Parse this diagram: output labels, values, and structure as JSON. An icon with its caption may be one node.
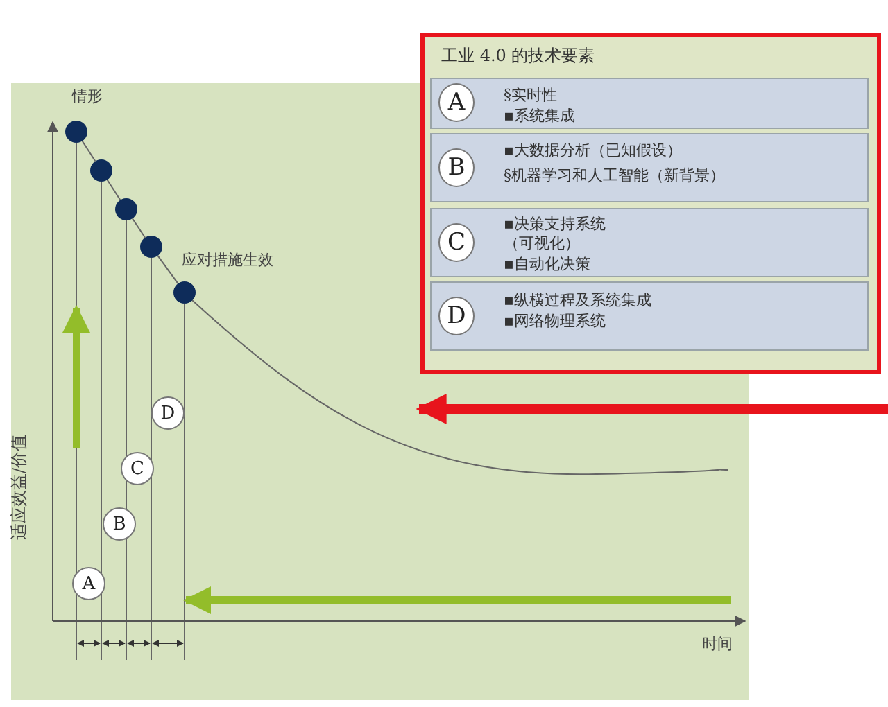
{
  "diagram": {
    "nodes": [
      {
        "text": [
          "工业 4.0 的技术要素"
        ]
      },
      {
        "text": [
          "§实时性",
          "▪系统集成"
        ],
        "in": 0
      },
      {
        "text": [
          "A"
        ],
        "in": 1
      },
      {
        "text": [
          "▪大数据分析（已知假设）",
          "§机器学习和人工智能（新背景）"
        ],
        "in": 0
      },
      {
        "text": [
          "B"
        ],
        "in": 3
      },
      {
        "text": [
          "▪决策支持系统（可视化）",
          "▪自动化决策"
        ],
        "in": 0
      },
      {
        "text": [
          "C"
        ],
        "in": 5
      },
      {
        "text": [
          "▪纵横过程及系统集成",
          "▪网络物理系统"
        ],
        "in": 0
      },
      {
        "text": [
          "D"
        ],
        "in": 7
      },
      {
        "text": [
          "A"
        ]
      },
      {
        "text": [
          "B"
        ]
      },
      {
        "text": [
          "C"
        ]
      },
      {
        "text": [
          "D"
        ]
      },
      {
        "text": [],
        "shape": "circle"
      },
      {
        "text": [],
        "shape": "circle"
      },
      {
        "text": [],
        "shape": "circle"
      },
      {
        "text": [],
        "shape": "circle"
      },
      {
        "text": [],
        "shape": "circle"
      }
    ],
    "edges": [
      {
        "from": 13,
        "to": 14,
        "arrow": "none"
      },
      {
        "from": 14,
        "to": 15,
        "arrow": "none"
      },
      {
        "from": 15,
        "to": 16,
        "arrow": "none"
      },
      {
        "from": 16,
        "to": 17,
        "arrow": "none"
      },
      {
        "from": 17,
        "to": null,
        "arrow": "none"
      }
    ],
    "labels": [
      "情形",
      "应对措施生效",
      "适应效益/价值",
      "时间"
    ]
  }
}
